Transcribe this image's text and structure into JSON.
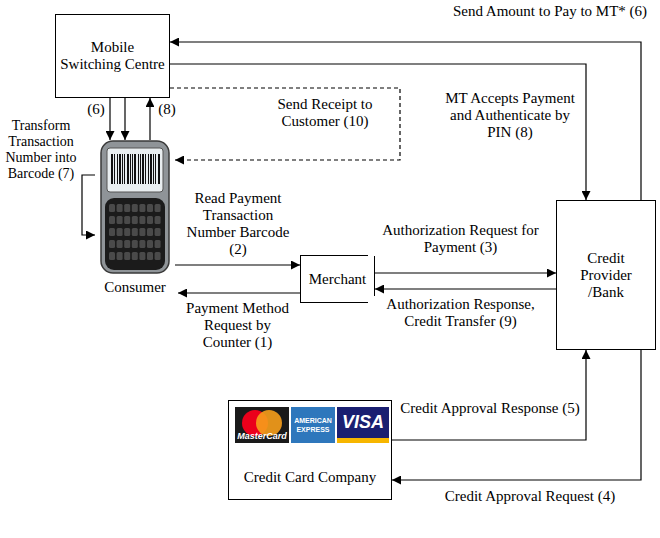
{
  "diagram": {
    "nodes": [
      {
        "text": [
          "Mobile Switching Centre"
        ]
      },
      {
        "text": [
          "Consumer"
        ]
      },
      {
        "text": [
          "Merchant"
        ]
      },
      {
        "text": [
          "Credit Provider /Bank"
        ]
      },
      {
        "text": [
          "MasterCard",
          "AMERICAN EXPRESS",
          "VISA",
          "Credit Card Company"
        ]
      }
    ],
    "edges": [
      {
        "from": 2,
        "to": 1,
        "arrow": "to",
        "label": "Payment Method Request by Counter (1)"
      },
      {
        "from": 1,
        "to": 2,
        "arrow": "to",
        "label": "Read Payment Transaction Number Barcode (2)"
      },
      {
        "from": 2,
        "to": 3,
        "arrow": "to",
        "label": "Authorization Request for Payment (3)"
      },
      {
        "from": 3,
        "to": 4,
        "arrow": "to",
        "label": "Credit Approval Request (4)"
      },
      {
        "from": 4,
        "to": 3,
        "arrow": "to",
        "label": "Credit Approval Response (5)"
      },
      {
        "from": 3,
        "to": 0,
        "arrow": "to",
        "label": "Send Amount to Pay to MT* (6)"
      },
      {
        "from": 0,
        "to": 1,
        "arrow": "to",
        "label": "(6)"
      },
      {
        "from": 0,
        "to": 1,
        "arrow": "to"
      },
      {
        "from": 1,
        "to": 1,
        "arrow": "to",
        "label": "Transform Transaction Number into Barcode (7)"
      },
      {
        "from": 1,
        "to": 0,
        "arrow": "to",
        "label": "(8)"
      },
      {
        "from": 0,
        "to": 3,
        "arrow": "to",
        "label": "MT Accepts Payment and Authenticate by PIN (8)"
      },
      {
        "from": 3,
        "to": 2,
        "arrow": "to",
        "label": "Authorization Response, Credit Transfer (9)"
      },
      {
        "from": 0,
        "to": 1,
        "arrow": "to",
        "label": "Send Receipt to Customer (10)"
      }
    ]
  }
}
